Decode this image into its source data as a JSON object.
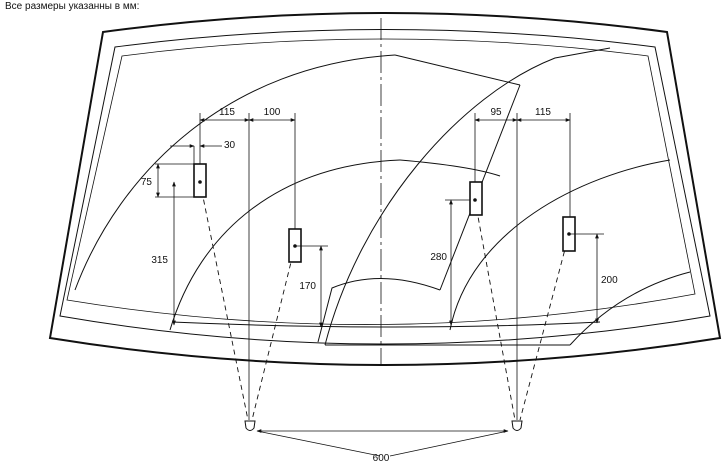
{
  "note": "Все размеры указанны в мм:",
  "dimensions": {
    "left_offset_115": "115",
    "left_offset_100": "100",
    "left_width_30": "30",
    "left_height_75": "75",
    "left_height_315": "315",
    "left_height_170": "170",
    "right_offset_95": "95",
    "right_offset_115": "115",
    "right_height_280": "280",
    "right_height_200": "200",
    "nozzle_spacing_600": "600"
  }
}
